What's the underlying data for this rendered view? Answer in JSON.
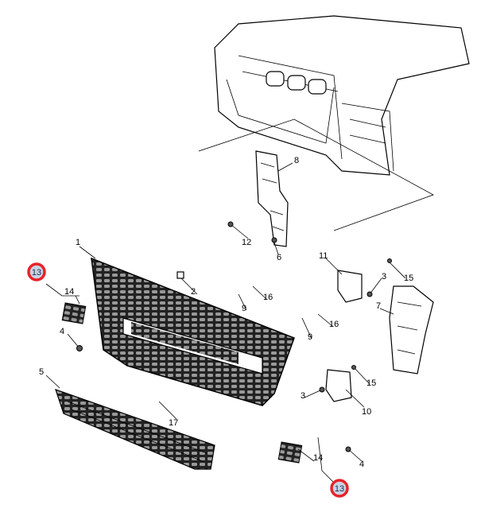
{
  "diagram": {
    "callouts": [
      {
        "id": "c1",
        "text": "1"
      },
      {
        "id": "c2",
        "text": "2"
      },
      {
        "id": "c3a",
        "text": "3"
      },
      {
        "id": "c3b",
        "text": "3"
      },
      {
        "id": "c4a",
        "text": "4"
      },
      {
        "id": "c4b",
        "text": "4"
      },
      {
        "id": "c5",
        "text": "5"
      },
      {
        "id": "c6",
        "text": "6"
      },
      {
        "id": "c7",
        "text": "7"
      },
      {
        "id": "c8",
        "text": "8"
      },
      {
        "id": "c9a",
        "text": "9"
      },
      {
        "id": "c9b",
        "text": "9"
      },
      {
        "id": "c10",
        "text": "10"
      },
      {
        "id": "c11",
        "text": "11"
      },
      {
        "id": "c12",
        "text": "12"
      },
      {
        "id": "c14a",
        "text": "14"
      },
      {
        "id": "c14b",
        "text": "14"
      },
      {
        "id": "c15a",
        "text": "15"
      },
      {
        "id": "c15b",
        "text": "15"
      },
      {
        "id": "c16a",
        "text": "16"
      },
      {
        "id": "c16b",
        "text": "16"
      },
      {
        "id": "c17",
        "text": "17"
      }
    ],
    "highlighted": [
      {
        "text": "13"
      },
      {
        "text": "13"
      }
    ],
    "highlight_color": "#e8222a",
    "highlight_fill": "#c9d3e2"
  }
}
